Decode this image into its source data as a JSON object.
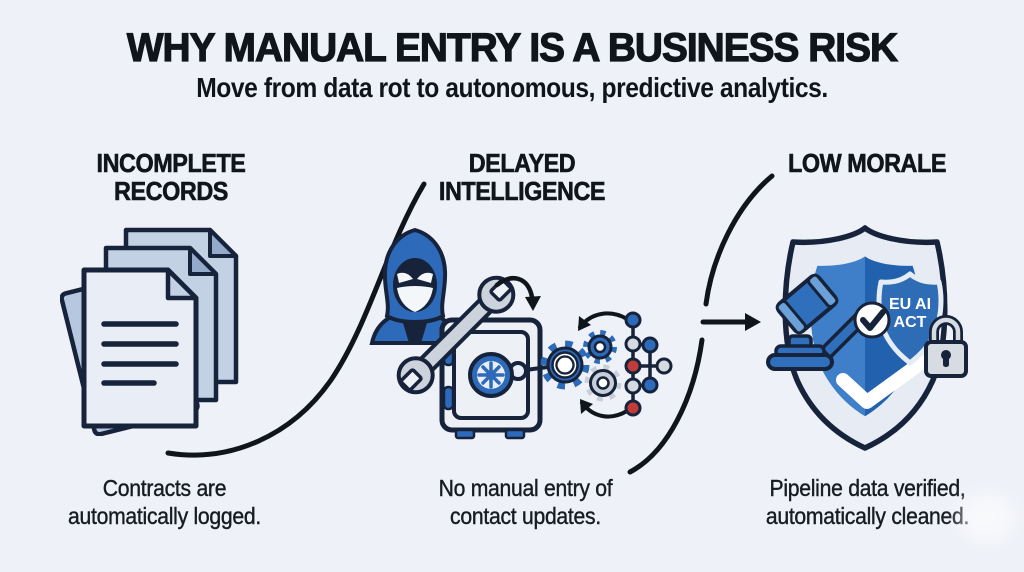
{
  "header": {
    "title": "WHY MANUAL ENTRY IS A BUSINESS RISK",
    "subtitle": "Move from data rot to autonomous, predictive analytics."
  },
  "columns": [
    {
      "heading_line1": "INCOMPLETE",
      "heading_line2": "RECORDS",
      "icon": "documents-stack-icon",
      "caption_line1": "Contracts are",
      "caption_line2": "automatically logged."
    },
    {
      "heading_line1": "DELAYED",
      "heading_line2": "INTELLIGENCE",
      "icon": "hacker-safe-ai-gears-icon",
      "caption_line1": "No manual entry of",
      "caption_line2": "contact updates."
    },
    {
      "heading_line1": "LOW MORALE",
      "heading_line2": "",
      "icon": "compliance-shield-icon",
      "caption_line1": "Pipeline data verified,",
      "caption_line2": "automatically cleaned."
    }
  ],
  "shield_badge": {
    "line1": "EU AI",
    "line2": "ACT"
  },
  "colors": {
    "background": "#eef1f7",
    "ink": "#10151c",
    "outline_navy": "#16233b",
    "blue": "#2d6ab9",
    "blue_dark": "#2261ad",
    "blue_light": "#3f7ec8",
    "page_fill": "#e9eef6",
    "page_back": "#c3d1e5",
    "metal_gray": "#ccd3dc",
    "node_gray": "#d6dbe2",
    "node_red": "#c23b3b"
  }
}
